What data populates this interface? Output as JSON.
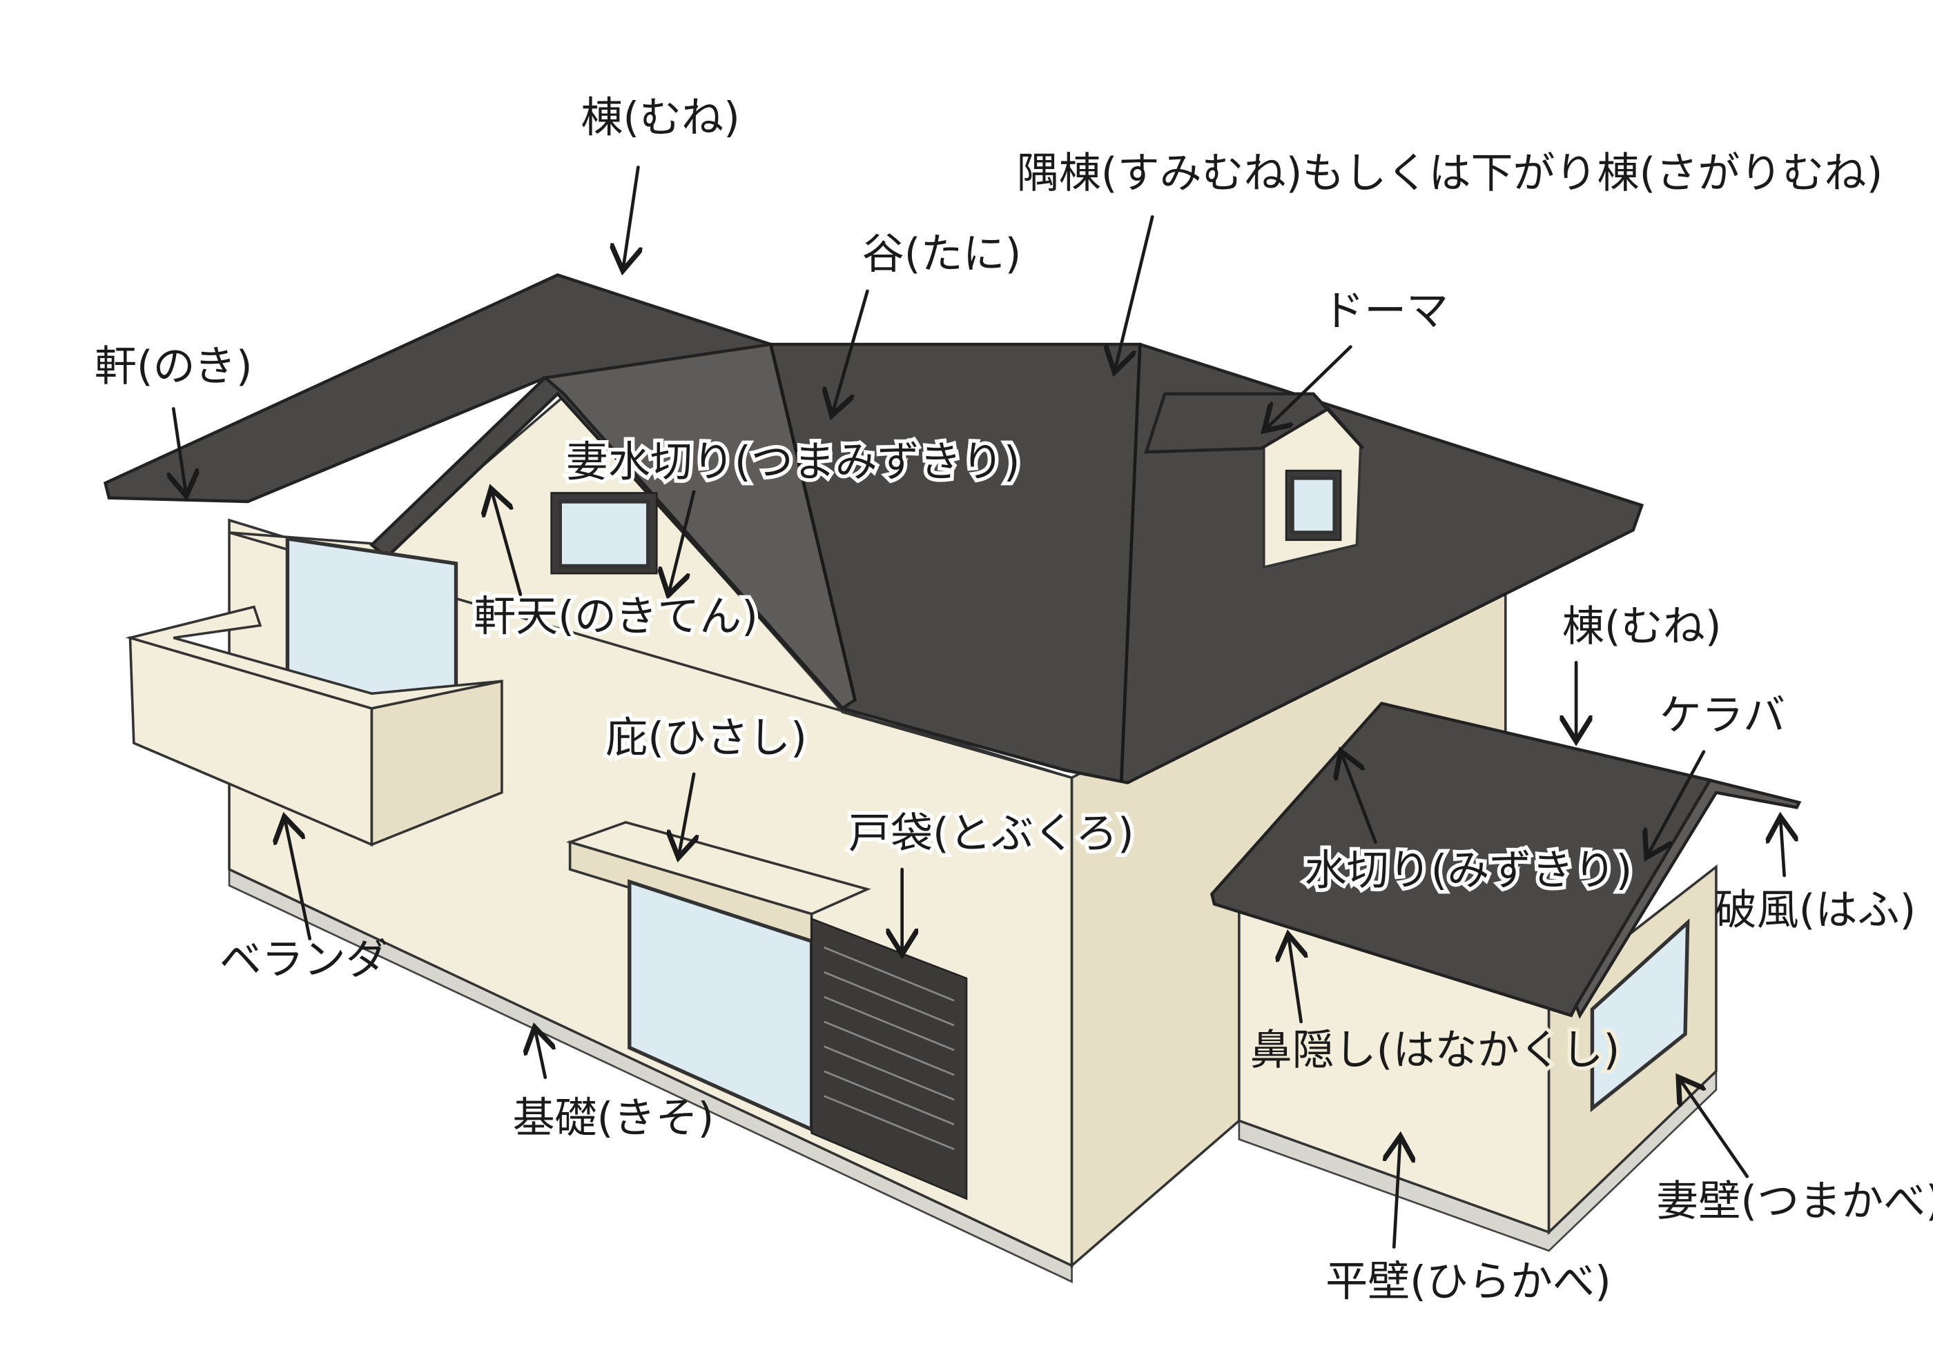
{
  "title": "屋根・外壁各部名称",
  "colors": {
    "roof": "#4a4847",
    "wall": "#f3eedb",
    "glass": "#dcebf2",
    "ink": "#1a1a1a"
  },
  "labels": {
    "mune_top": "棟(むね)",
    "sumimune": "隅棟(すみむね)もしくは下がり棟(さがりむね)",
    "tani": "谷(たに)",
    "dormer": "ドーマ",
    "noki": "軒(のき)",
    "tsuma_mizukiri": "妻水切り(つまみずきり)",
    "nokiten": "軒天(のきてん)",
    "mune_right": "棟(むね)",
    "keraba": "ケラバ",
    "hisashi": "庇(ひさし)",
    "tobukuro": "戸袋(とぶくろ)",
    "mizukiri": "水切り(みずきり)",
    "hafu": "破風(はふ)",
    "veranda": "ベランダ",
    "hanakakushi": "鼻隠し(はなかくし)",
    "kiso": "基礎(きそ)",
    "tsumakabe": "妻壁(つまかべ)",
    "hirakabe": "平壁(ひらかべ)"
  }
}
